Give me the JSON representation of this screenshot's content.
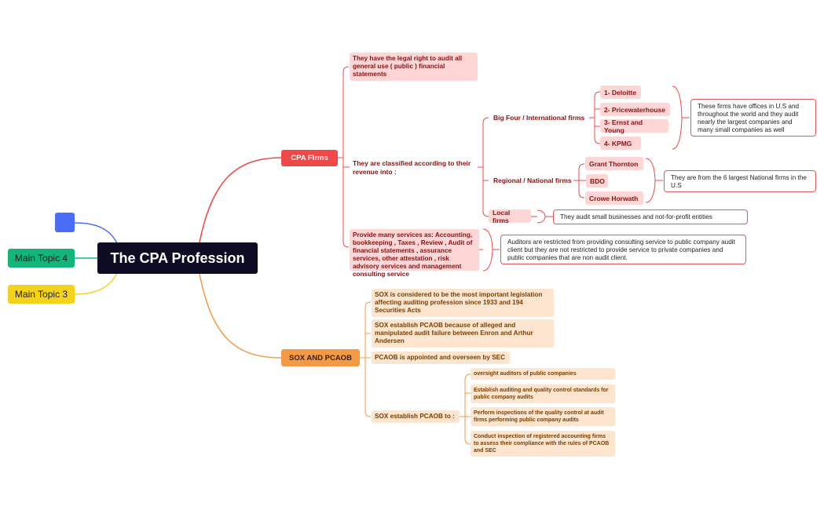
{
  "root": {
    "label": "The CPA Profession"
  },
  "main_topics": [
    {
      "label": "",
      "color": "#4a6cf7"
    },
    {
      "label": "Main Topic 4",
      "color": "#12b57a"
    },
    {
      "label": "Main Topic 3",
      "color": "#f5d21c"
    }
  ],
  "cpa_firms": {
    "label": "CPA Firms",
    "color": "#f04848",
    "legal_right": "They have the legal right to audit all general use ( public ) financial statements",
    "classified": "They are classified according to their revenue into :",
    "big_four": {
      "label": "Big Four / International firms",
      "items": [
        "1- Deloitte",
        "2- Pricewaterhouse",
        "3- Ernst and Young",
        "4- KPMG"
      ],
      "note": "These firms have offices in U.S and throughout the world and they audit nearly the largest companies and many small companies as well"
    },
    "regional": {
      "label": "Regional / National firms",
      "items": [
        "Grant Thornton",
        "BDO",
        "Crowe Horwath"
      ],
      "note": "They are from the 6 largest National firms in the U.S"
    },
    "local": {
      "label": "Local firms",
      "note": "They audit small businesses and not-for-profit entities"
    },
    "services": "Provide many services as: Accounting, bookkeeping , Taxes , Review , Audit of financial statements , assurance services, other attestation , risk advisory services and management consulting service",
    "services_note": "Auditors are restricted from providing consulting service to public company audit client but they are not restricted to provide service to private companies and public companies that are non audit client."
  },
  "sox": {
    "label": "SOX AND PCAOB",
    "color": "#f59a44",
    "items": [
      "SOX is considered to be the most important legislation affecting auditing profession since 1933 and 194 Securities Acts",
      "SOX establish PCAOB because of alleged and manipulated audit failure between Enron and Arthur Andersen",
      "PCAOB is appointed and overseen by SEC"
    ],
    "establish": {
      "label": "SOX establish PCAOB to :",
      "items": [
        "oversight auditors of public companies",
        "Establish auditing and quality control standards for public company audits",
        "Perform inspections of the quality control at audit firms performing public company audits",
        "Conduct inspection of registered accounting firms to assess their compliance with the rules of PCAOB and SEC"
      ]
    }
  }
}
